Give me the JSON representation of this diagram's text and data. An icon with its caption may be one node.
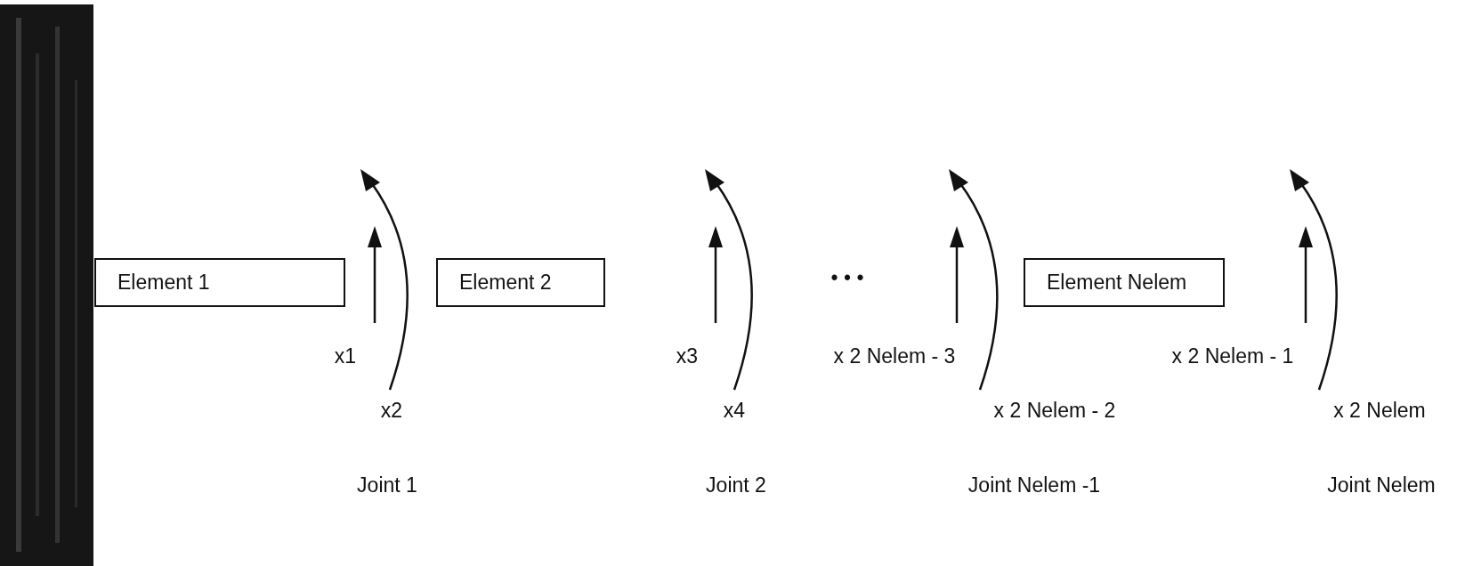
{
  "diagram": {
    "nodes": [
      {
        "text": [
          "Element 1"
        ]
      },
      {
        "text": [
          "Element 2"
        ]
      },
      {
        "text": [
          "Element Nelem"
        ]
      }
    ],
    "labels": [
      "• • •",
      "x1",
      "x3",
      "x 2 Nelem - 3",
      "x 2 Nelem - 1",
      "x2",
      "x4",
      "x 2 Nelem - 2",
      "x 2 Nelem",
      "Joint 1",
      "Joint 2",
      "Joint Nelem -1",
      "Joint Nelem"
    ]
  }
}
